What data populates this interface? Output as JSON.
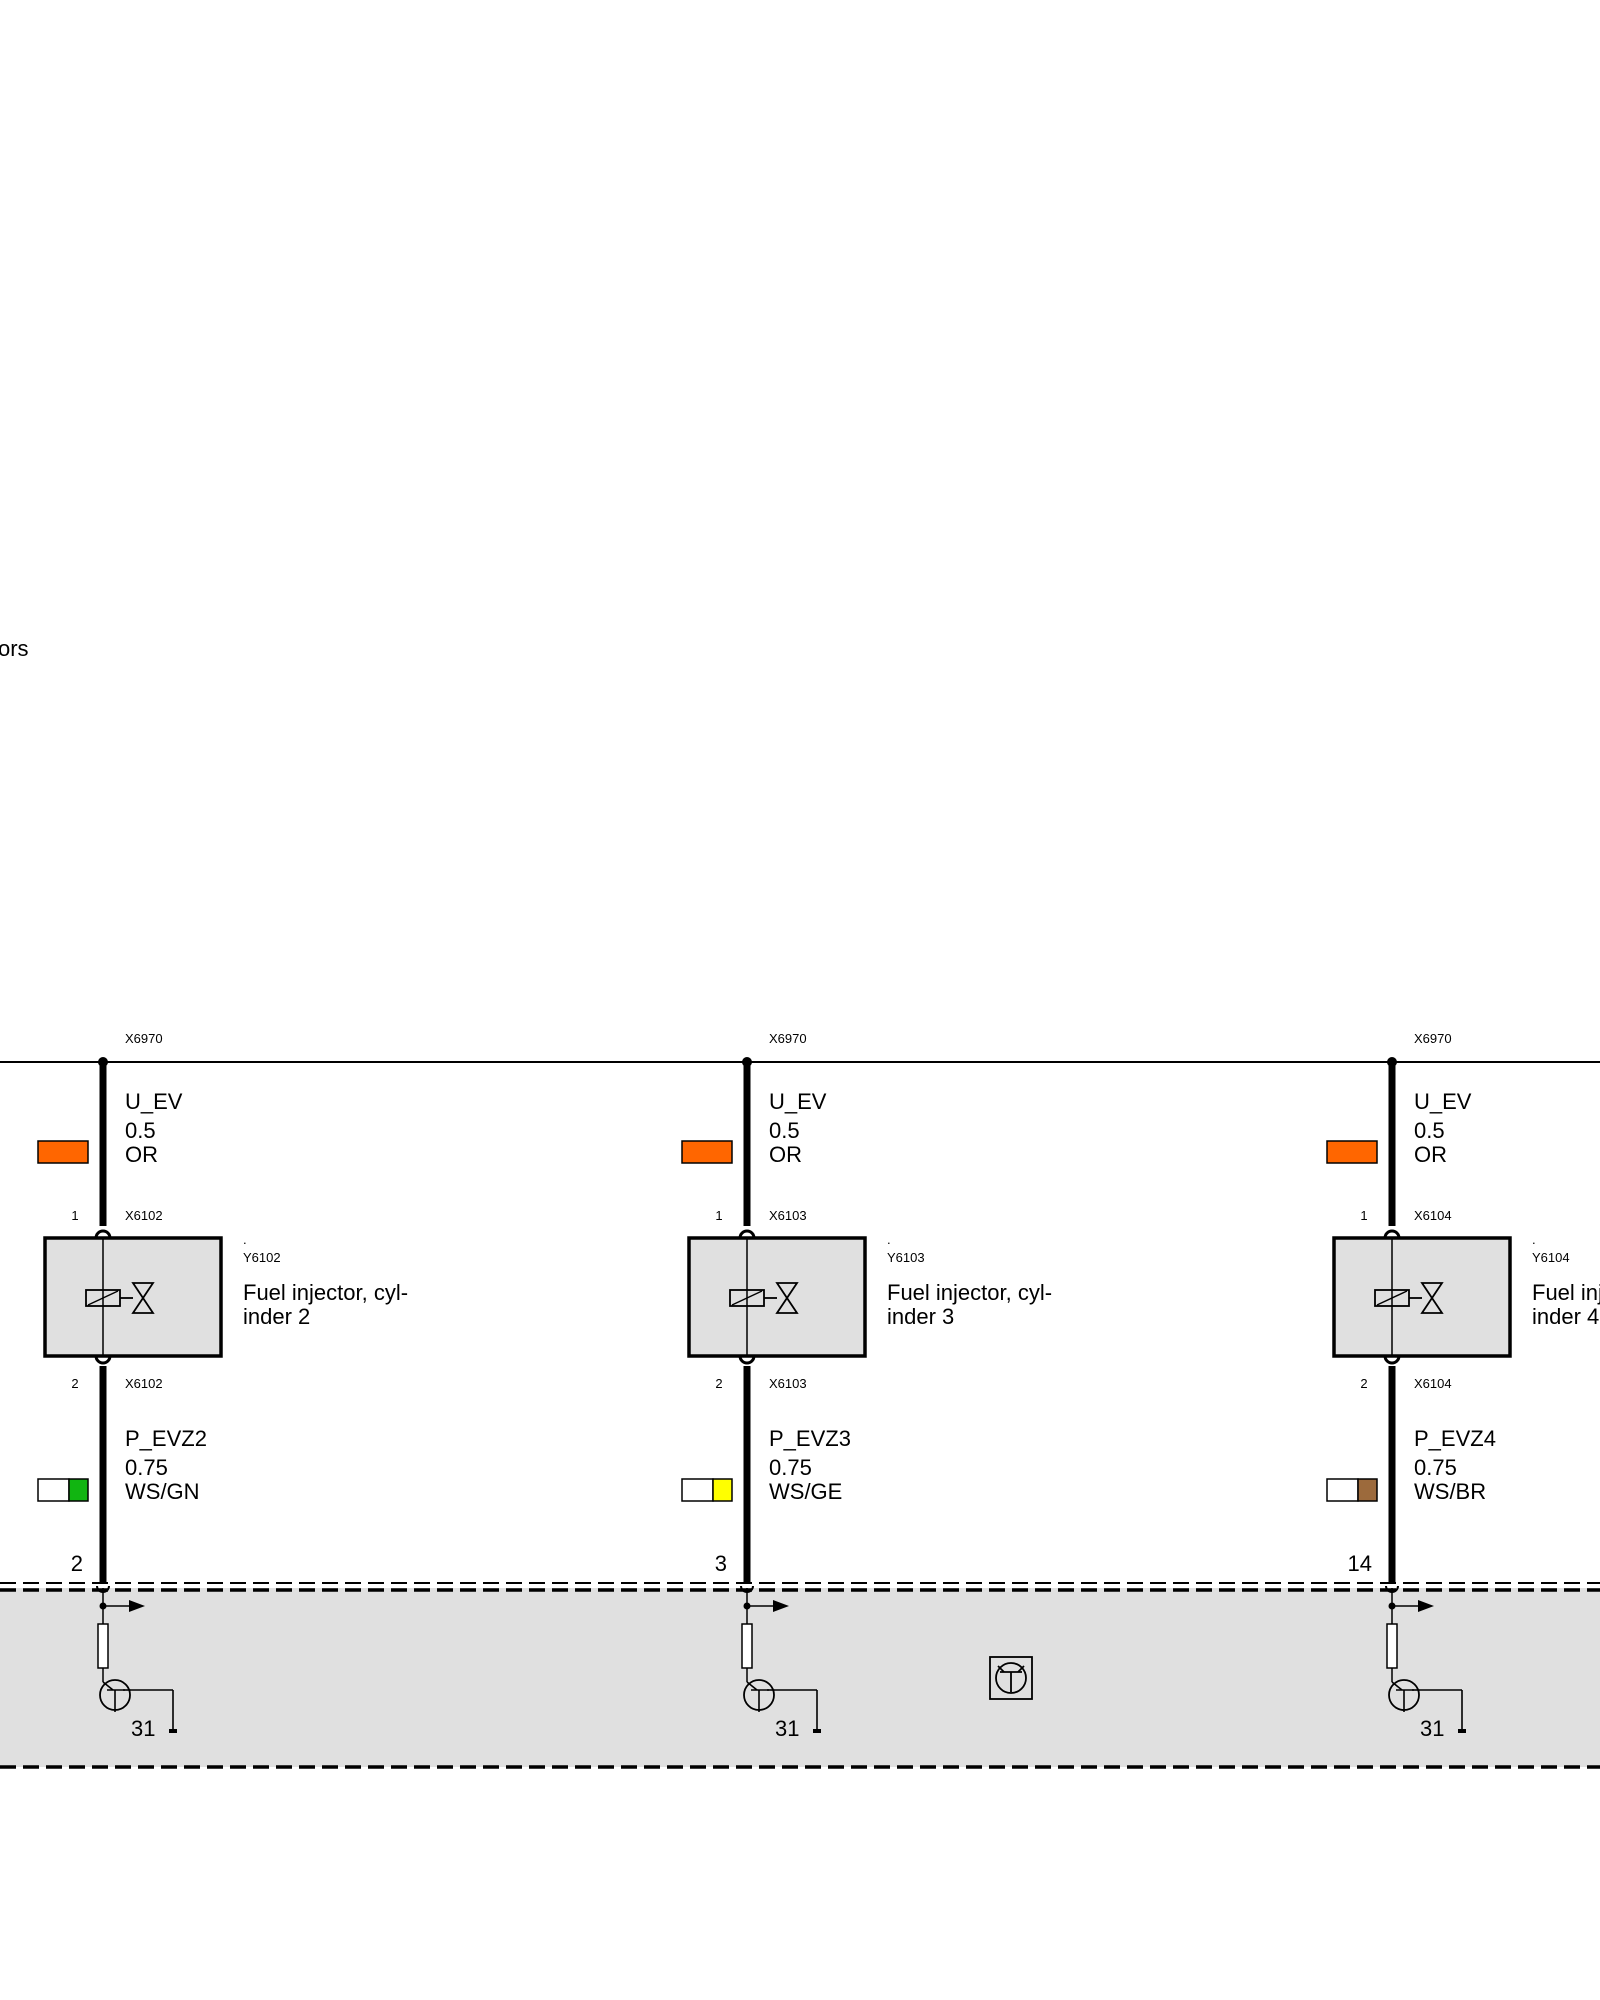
{
  "header": {
    "partial_title": "ors"
  },
  "ecu_pin_label": "31",
  "colors": {
    "OR": "#ff6600",
    "WS": "#ffffff",
    "GN": "#11b511",
    "GE": "#ffff00",
    "BR": "#9c6a3c",
    "ecu_fill": "#e0e0e0",
    "injector_fill": "#e0e0e0"
  },
  "channels": [
    {
      "id": "cyl2",
      "supply_connector": "X6970",
      "supply_signal": "U_EV",
      "supply_size": "0.5",
      "supply_color_code": "OR",
      "supply_swatch": [
        "OR"
      ],
      "pin1_number": "1",
      "pin1_connector": "X6102",
      "component_dot": ".",
      "component_id": "Y6102",
      "component_desc_line1": "Fuel injector, cyl-",
      "component_desc_line2": "inder 2",
      "pin2_number": "2",
      "pin2_connector": "X6102",
      "output_signal": "P_EVZ2",
      "output_size": "0.75",
      "output_color_code": "WS/GN",
      "output_swatch": [
        "WS",
        "GN"
      ],
      "ecu_pin": "2"
    },
    {
      "id": "cyl3",
      "supply_connector": "X6970",
      "supply_signal": "U_EV",
      "supply_size": "0.5",
      "supply_color_code": "OR",
      "supply_swatch": [
        "OR"
      ],
      "pin1_number": "1",
      "pin1_connector": "X6103",
      "component_dot": ".",
      "component_id": "Y6103",
      "component_desc_line1": "Fuel injector, cyl-",
      "component_desc_line2": "inder 3",
      "pin2_number": "2",
      "pin2_connector": "X6103",
      "output_signal": "P_EVZ3",
      "output_size": "0.75",
      "output_color_code": "WS/GE",
      "output_swatch": [
        "WS",
        "GE"
      ],
      "ecu_pin": "3"
    },
    {
      "id": "cyl4",
      "supply_connector": "X6970",
      "supply_signal": "U_EV",
      "supply_size": "0.5",
      "supply_color_code": "OR",
      "supply_swatch": [
        "OR"
      ],
      "pin1_number": "1",
      "pin1_connector": "X6104",
      "component_dot": ".",
      "component_id": "Y6104",
      "component_desc_line1": "Fuel inj",
      "component_desc_line2": "inder 4",
      "pin2_number": "2",
      "pin2_connector": "X6104",
      "output_signal": "P_EVZ4",
      "output_size": "0.75",
      "output_color_code": "WS/BR",
      "output_swatch": [
        "WS",
        "BR"
      ],
      "ecu_pin": "14"
    }
  ]
}
